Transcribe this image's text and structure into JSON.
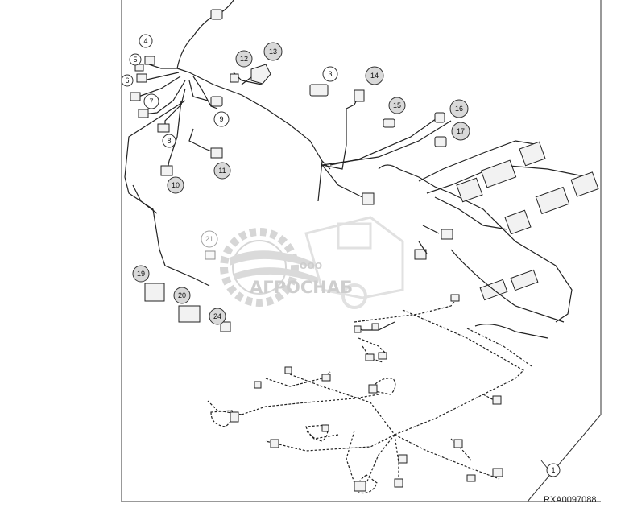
{
  "figure_code": "RXA0097088",
  "watermark": {
    "small": "ООО",
    "large": "АГРОСНАБ"
  },
  "callouts": {
    "c1": "1",
    "c3": "3",
    "c4": "4",
    "c5": "5",
    "c6": "6",
    "c7": "7",
    "c8": "8",
    "c9": "9",
    "c10": "10",
    "c11": "11",
    "c12": "12",
    "c13": "13",
    "c14": "14",
    "c15": "15",
    "c16": "16",
    "c17": "17",
    "c19": "19",
    "c20": "20",
    "c21": "21",
    "c24": "24"
  },
  "icons": {
    "watermark_logo": "gear-combine-logo-icon"
  }
}
